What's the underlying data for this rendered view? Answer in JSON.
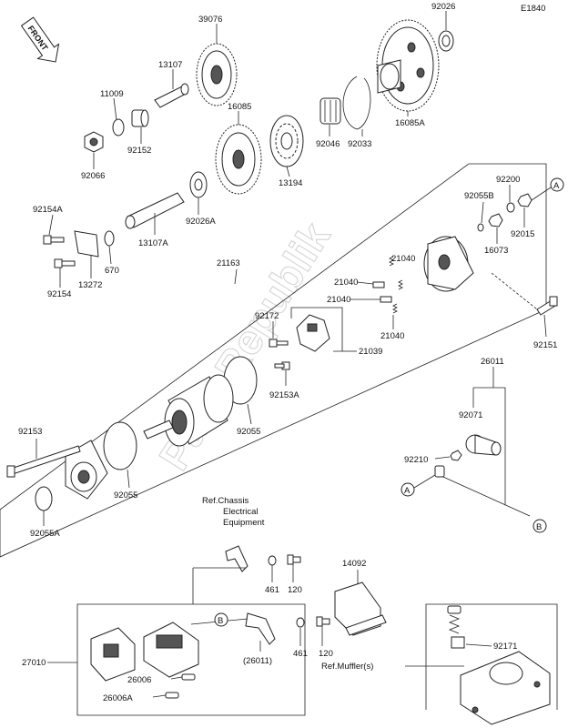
{
  "diagram_code": "E1840",
  "front_label": "FRONT",
  "watermark": "PartsRepublik",
  "refs": {
    "chassis_line1": "Ref.Chassis",
    "chassis_line2": "Electrical",
    "chassis_line3": "Equipment",
    "muffler": "Ref.Muffler(s)"
  },
  "markers": {
    "a": "A",
    "b": "B"
  },
  "parts": {
    "p39076": "39076",
    "p92026": "92026",
    "p13107": "13107",
    "p16085": "16085",
    "p16085a": "16085A",
    "p11009": "11009",
    "p92152": "92152",
    "p92066": "92066",
    "p13194": "13194",
    "p92046": "92046",
    "p92033": "92033",
    "p92026a": "92026A",
    "p13107a": "13107A",
    "p92154a": "92154A",
    "p92154": "92154",
    "p13272": "13272",
    "p670": "670",
    "p21163": "21163",
    "p92200": "92200",
    "p92055b": "92055B",
    "p92015": "92015",
    "p16073": "16073",
    "p21040a": "21040",
    "p21040b": "21040",
    "p21040c": "21040",
    "p21040d": "21040",
    "p92172": "92172",
    "p21039": "21039",
    "p92153a": "92153A",
    "p92055": "92055",
    "p92151": "92151",
    "p92153": "92153",
    "p92055c": "92055",
    "p92055a": "92055A",
    "p26011": "26011",
    "p92071": "92071",
    "p92210": "92210",
    "p461a": "461",
    "p120a": "120",
    "p14092": "14092",
    "p27010": "27010",
    "p26011b": "(26011)",
    "p461b": "461",
    "p120b": "120",
    "p92171": "92171",
    "p26006": "26006",
    "p26006a": "26006A"
  }
}
